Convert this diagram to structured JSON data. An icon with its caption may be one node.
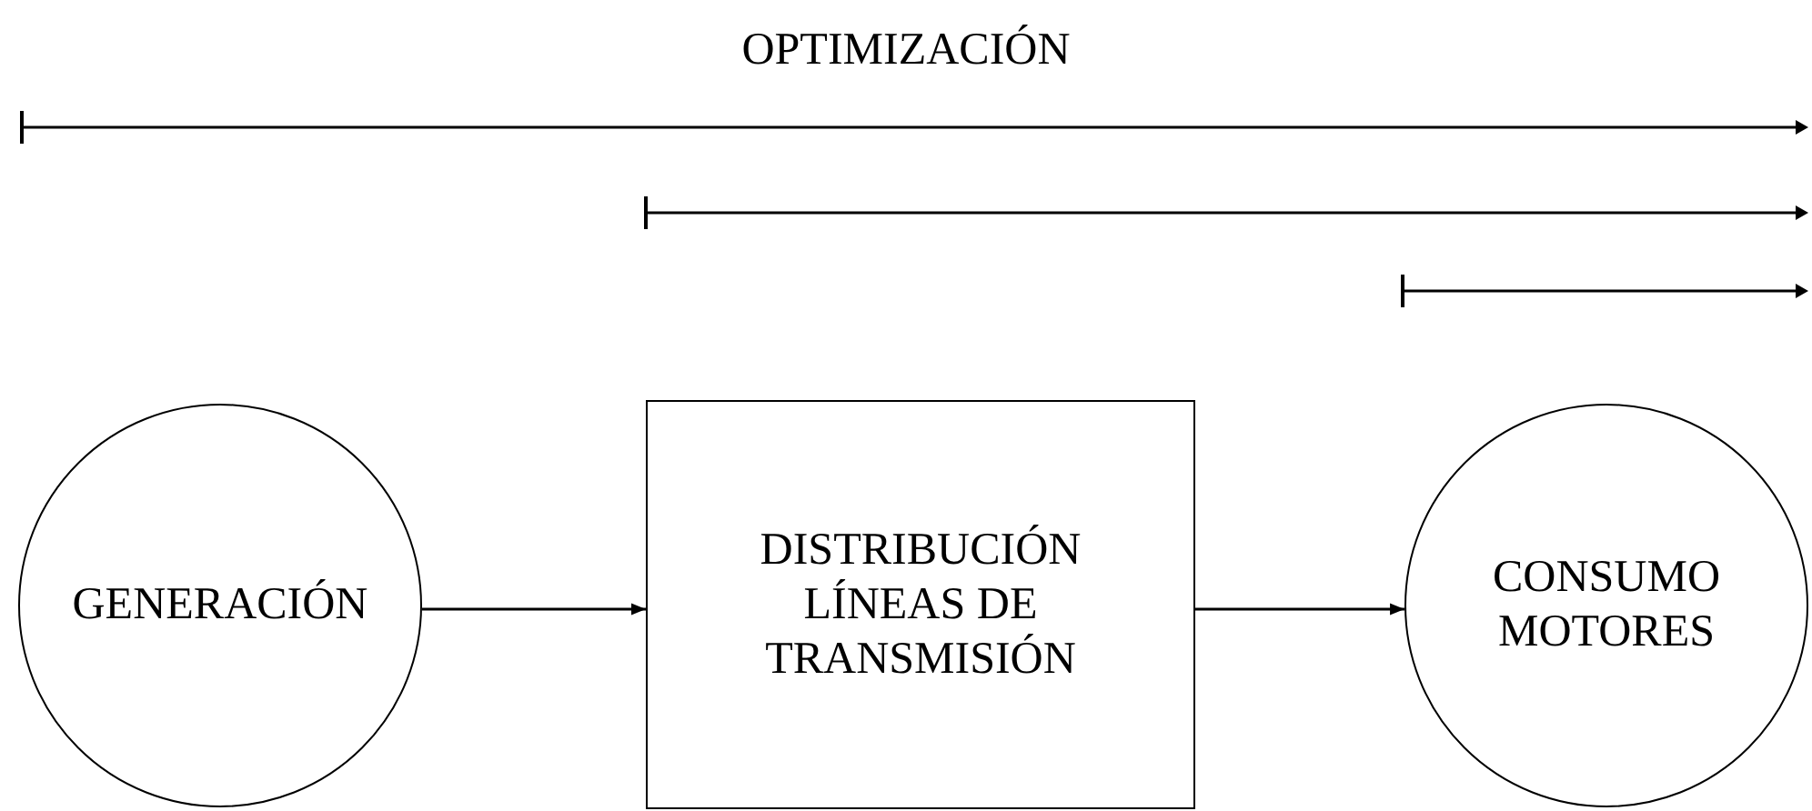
{
  "diagram": {
    "title": "OPTIMIZACIÓN",
    "nodes": [
      {
        "text": [
          "GENERACIÓN"
        ]
      },
      {
        "text": [
          "DISTRIBUCIÓN LÍNEAS DE TRANSMISIÓN"
        ]
      },
      {
        "text": [
          "CONSUMO MOTORES"
        ]
      }
    ],
    "edges": [
      {
        "from": 0,
        "to": 1,
        "arrow": "to"
      },
      {
        "from": 1,
        "to": 2,
        "arrow": "to"
      }
    ]
  }
}
